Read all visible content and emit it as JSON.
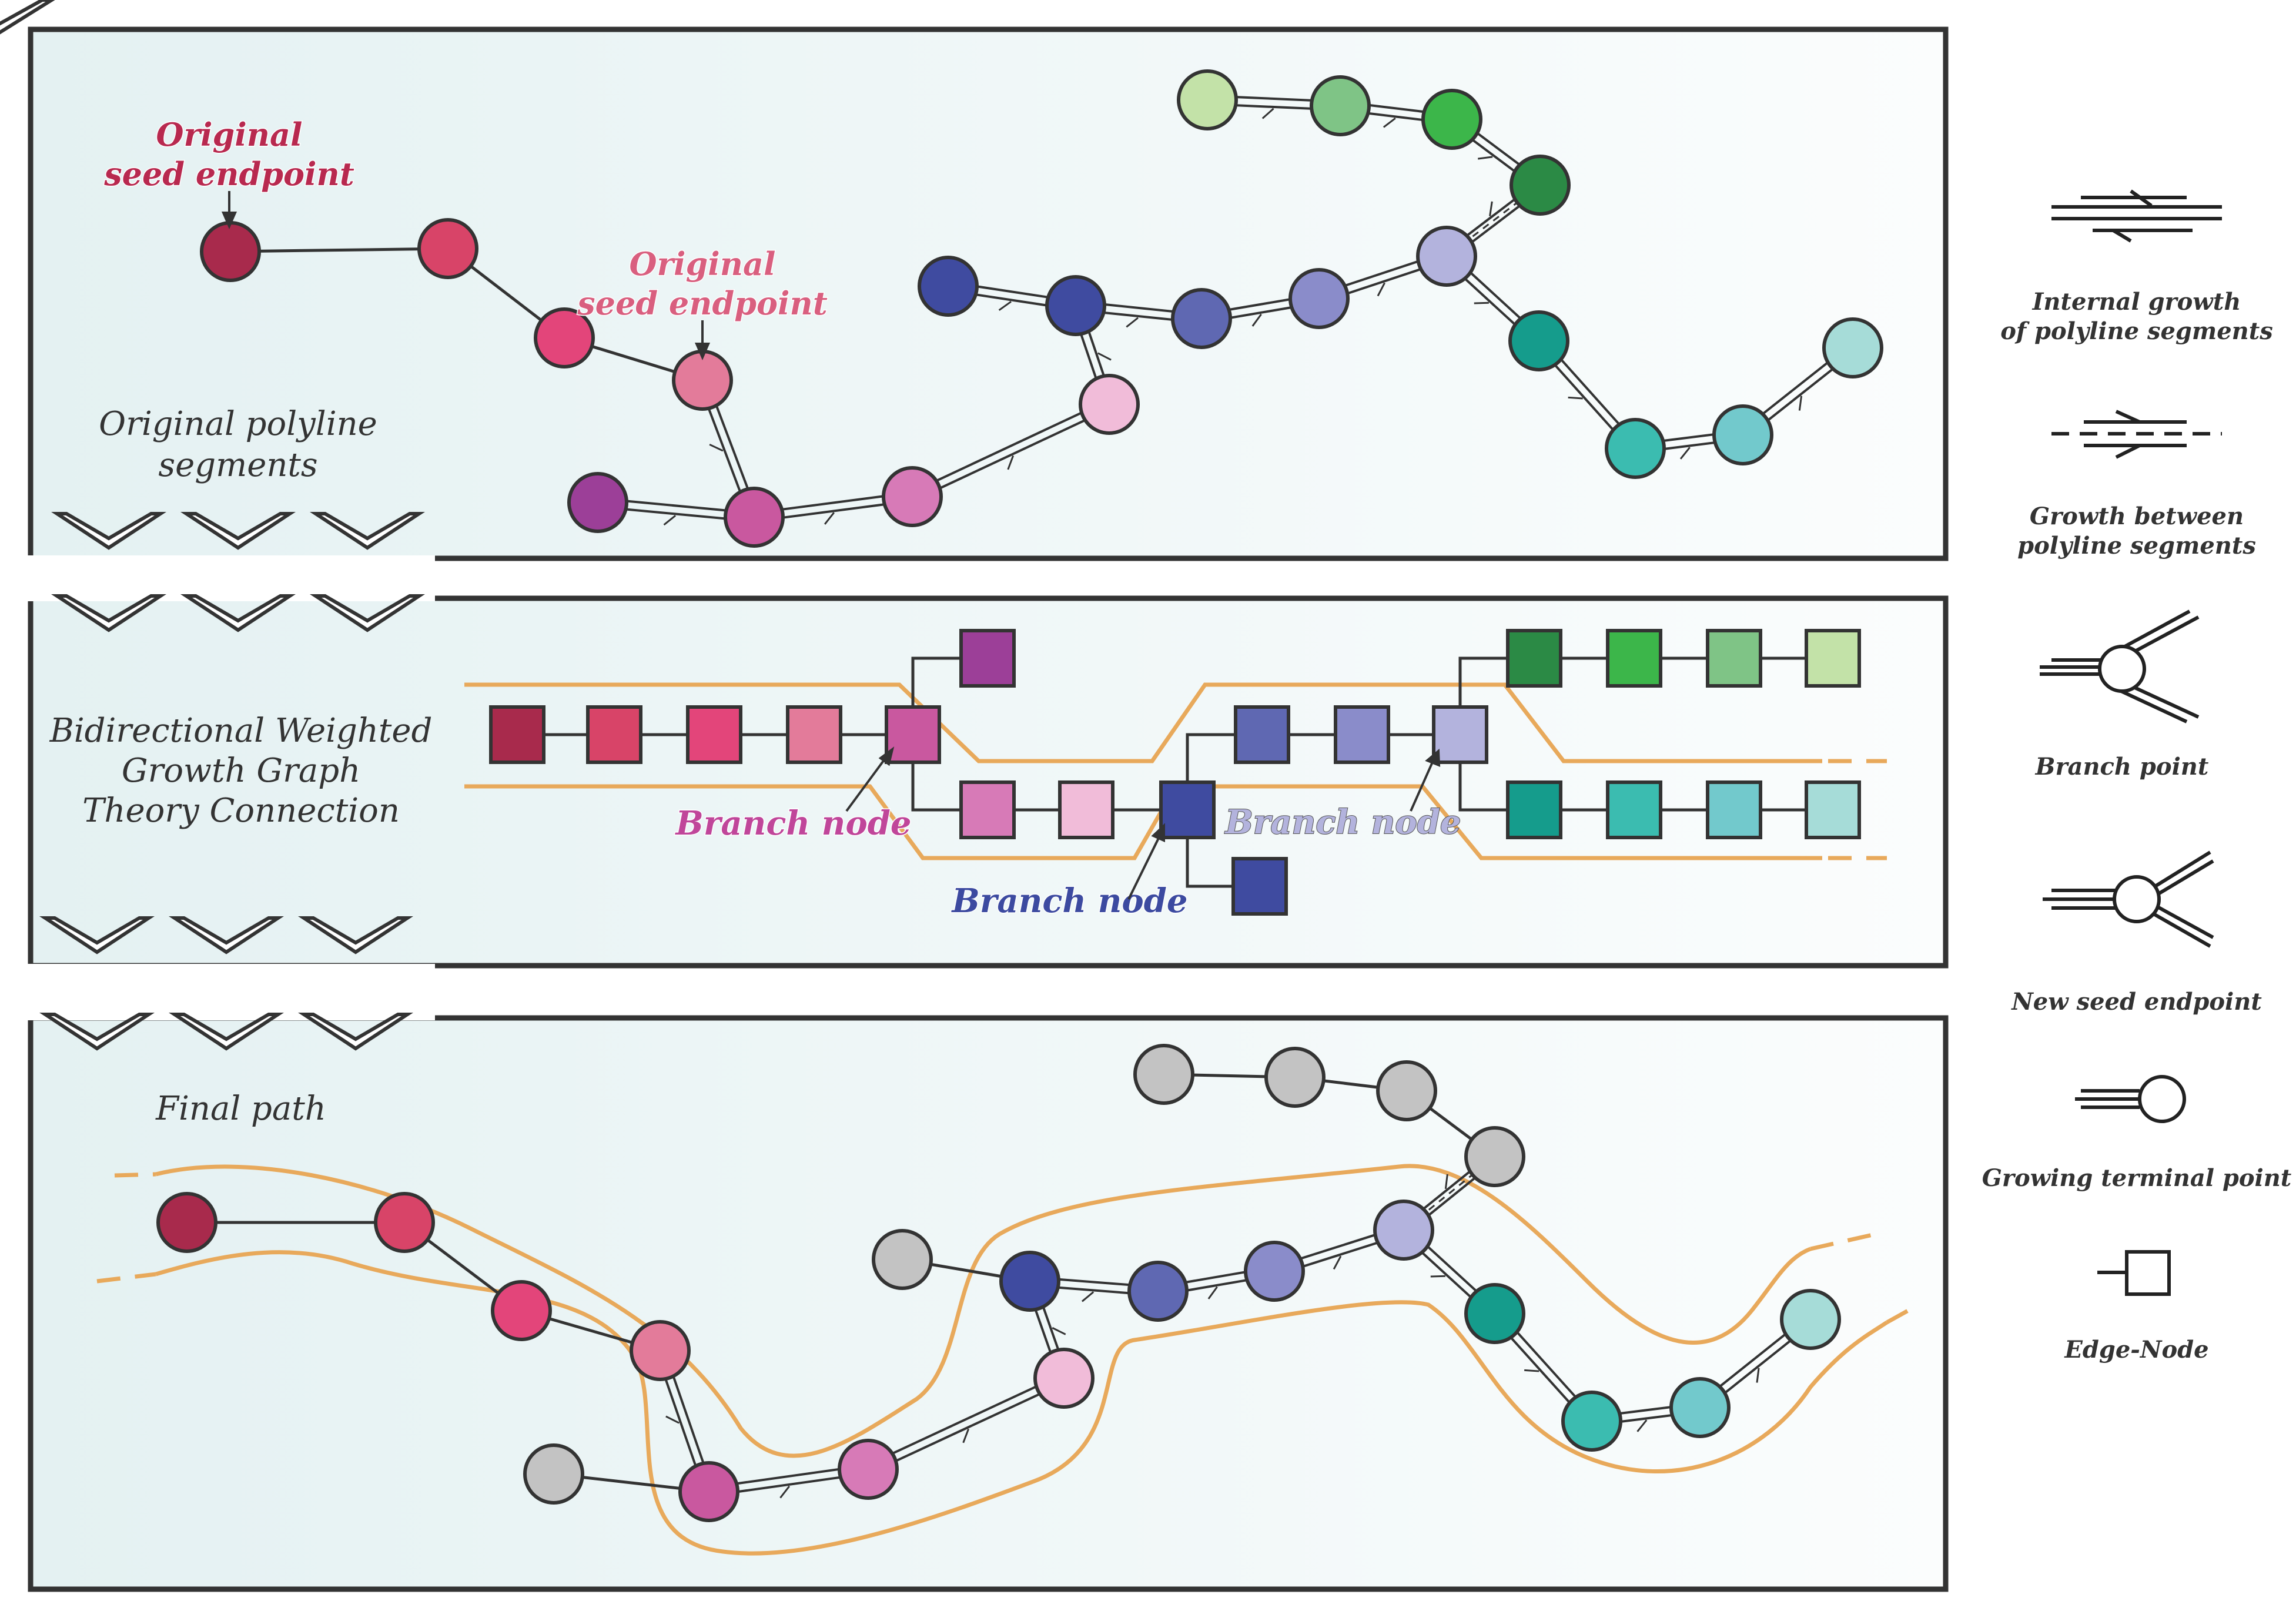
{
  "panels": {
    "top": {
      "title_line1": "Original polyline",
      "title_line2": "segments",
      "seed_label_line1": "Original",
      "seed_label_line2": "seed endpoint"
    },
    "middle": {
      "title_line1": "Bidirectional Weighted",
      "title_line2": "Growth Graph",
      "title_line3": "Theory Connection",
      "branch_node_label": "Branch node"
    },
    "bottom": {
      "title": "Final path"
    }
  },
  "legend": {
    "internal_growth_line1": "Internal growth",
    "internal_growth_line2": "of  polyline segments",
    "growth_between_line1": "Growth between",
    "growth_between_line2": "polyline segments",
    "branch_point": "Branch point",
    "new_seed_endpoint": "New seed endpoint",
    "growing_terminal_point": "Growing terminal point",
    "edge_node": "Edge-Node"
  },
  "colors": {
    "panel_bg": "#eef6f7",
    "panel_border": "#333333",
    "corridor": "#e8a95b",
    "pink_label": "#b8294f",
    "magenta_label": "#c0469a",
    "blue_label": "#3c4aa0",
    "lavender_label": "#b3b3dd",
    "grey_node": "#c3c3c3"
  }
}
